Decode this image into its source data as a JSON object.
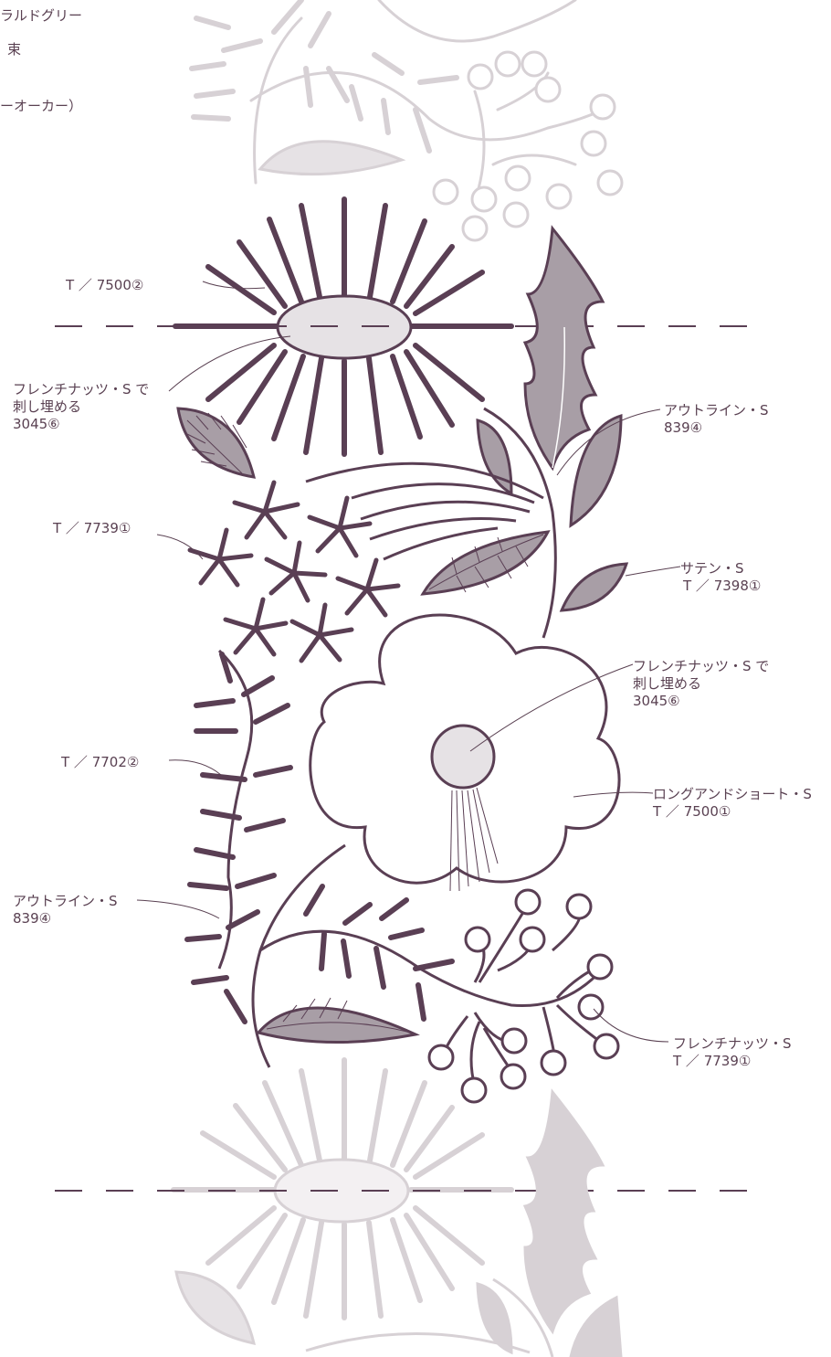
{
  "colors": {
    "dark": "#5a3f54",
    "mid_fill": "#a89ea6",
    "light": "#d7d1d5",
    "light_fill": "#e6e2e5",
    "text": "#5a4152"
  },
  "cut_top": {
    "line1": "ラルドグリー",
    "line2": "束",
    "line3": "ーオーカー）"
  },
  "labels": {
    "t7500_2": "T ／ 7500②",
    "french_top": [
      "フレンチナッツ・S で",
      "刺し埋める",
      "3045⑥"
    ],
    "outline_right": [
      "アウトライン・S",
      "839④"
    ],
    "t7739_1": "T ／ 7739①",
    "satin": [
      "サテン・S",
      "T ／ 7398①"
    ],
    "french_flower": [
      "フレンチナッツ・S で",
      "刺し埋める",
      "3045⑥"
    ],
    "t7702_2": "T ／ 7702②",
    "long_short": [
      "ロングアンドショート・S",
      "T ／ 7500①"
    ],
    "outline_left": [
      "アウトライン・S",
      "839④"
    ],
    "french_berries": [
      "フレンチナッツ・S",
      "T ／ 7739①"
    ]
  }
}
